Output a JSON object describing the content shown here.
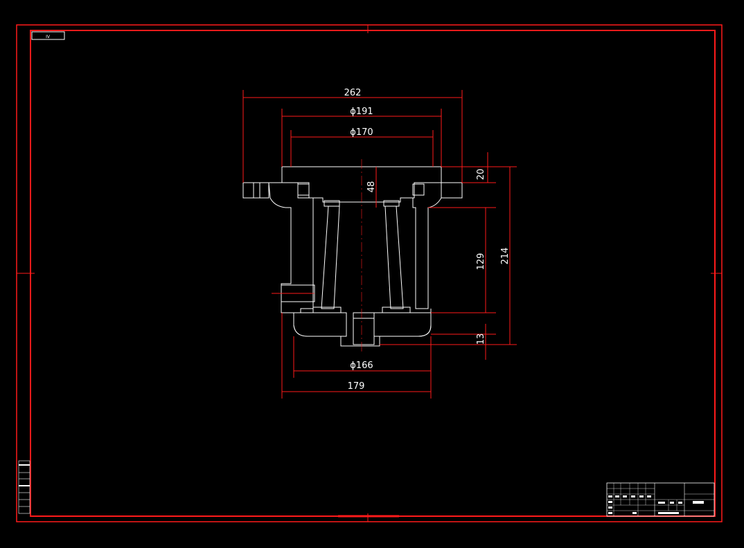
{
  "drawing": {
    "tag_label": "IV",
    "dimensions": {
      "d262": "262",
      "d191": "ϕ191",
      "d170": "ϕ170",
      "d20": "20",
      "d48": "48",
      "d214": "214",
      "d129": "129",
      "d13": "13",
      "d166": "ϕ166",
      "d179": "179"
    },
    "colors": {
      "frame": "#ff1a1a",
      "lines": "#ffffff",
      "background": "#000000"
    }
  }
}
